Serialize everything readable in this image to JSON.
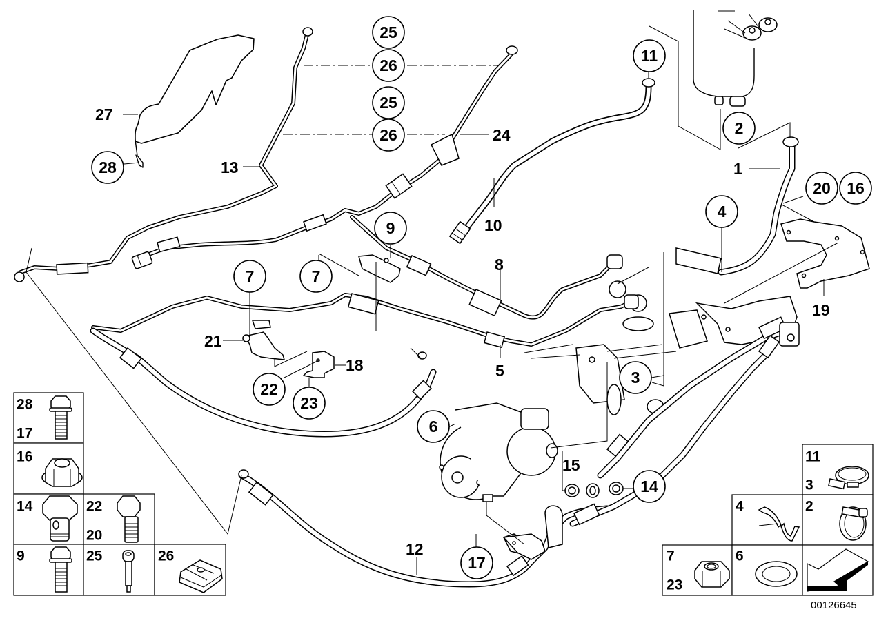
{
  "diagram": {
    "type": "parts-exploded-view",
    "subject": "power steering hoses / oil lines",
    "diagram_id": "00126645",
    "colors": {
      "line": "#000000",
      "background": "#ffffff"
    }
  },
  "callouts": [
    {
      "id": "c25a",
      "number": "25",
      "style": "circle"
    },
    {
      "id": "c26a",
      "number": "26",
      "style": "circle"
    },
    {
      "id": "c25b",
      "number": "25",
      "style": "circle"
    },
    {
      "id": "c26b",
      "number": "26",
      "style": "circle"
    },
    {
      "id": "c11",
      "number": "11",
      "style": "circle"
    },
    {
      "id": "c2",
      "number": "2",
      "style": "circle"
    },
    {
      "id": "c28",
      "number": "28",
      "style": "circle"
    },
    {
      "id": "c4",
      "number": "4",
      "style": "circle"
    },
    {
      "id": "c20",
      "number": "20",
      "style": "circle"
    },
    {
      "id": "c16",
      "number": "16",
      "style": "circle"
    },
    {
      "id": "c9",
      "number": "9",
      "style": "circle"
    },
    {
      "id": "c7a",
      "number": "7",
      "style": "circle"
    },
    {
      "id": "c7b",
      "number": "7",
      "style": "circle"
    },
    {
      "id": "c22",
      "number": "22",
      "style": "circle"
    },
    {
      "id": "c23",
      "number": "23",
      "style": "circle"
    },
    {
      "id": "c3",
      "number": "3",
      "style": "circle"
    },
    {
      "id": "c6",
      "number": "6",
      "style": "circle"
    },
    {
      "id": "c14",
      "number": "14",
      "style": "circle"
    },
    {
      "id": "c17",
      "number": "17",
      "style": "circle"
    }
  ],
  "labels": [
    {
      "id": "l27",
      "number": "27"
    },
    {
      "id": "l13",
      "number": "13"
    },
    {
      "id": "l24",
      "number": "24"
    },
    {
      "id": "l10",
      "number": "10"
    },
    {
      "id": "l1",
      "number": "1"
    },
    {
      "id": "l19",
      "number": "19"
    },
    {
      "id": "l8",
      "number": "8"
    },
    {
      "id": "l5",
      "number": "5"
    },
    {
      "id": "l21",
      "number": "21"
    },
    {
      "id": "l18",
      "number": "18"
    },
    {
      "id": "l15",
      "number": "15"
    },
    {
      "id": "l12",
      "number": "12"
    }
  ],
  "legend_left": [
    {
      "numbers": [
        "28",
        "17"
      ],
      "part": "hex-flange-bolt"
    },
    {
      "numbers": [
        "16"
      ],
      "part": "hex-flange-nut"
    },
    {
      "numbers": [
        "14"
      ],
      "part": "banjo-bolt"
    },
    {
      "numbers": [
        "22",
        "20"
      ],
      "part": "hex-bolt"
    },
    {
      "numbers": [
        "9"
      ],
      "part": "hex-flange-bolt"
    },
    {
      "numbers": [
        "25"
      ],
      "part": "socket-head-screw"
    },
    {
      "numbers": [
        "26"
      ],
      "part": "clip-nut"
    }
  ],
  "legend_right": [
    {
      "numbers": [
        "11",
        "3"
      ],
      "part": "ear-clamp"
    },
    {
      "numbers": [
        "4"
      ],
      "part": "hose-clip"
    },
    {
      "numbers": [
        "2"
      ],
      "part": "worm-gear-clamp"
    },
    {
      "numbers": [
        "7",
        "23"
      ],
      "part": "hex-nut"
    },
    {
      "numbers": [
        "6"
      ],
      "part": "sealing-ring"
    },
    {
      "numbers": [],
      "part": "direction-arrow"
    }
  ]
}
